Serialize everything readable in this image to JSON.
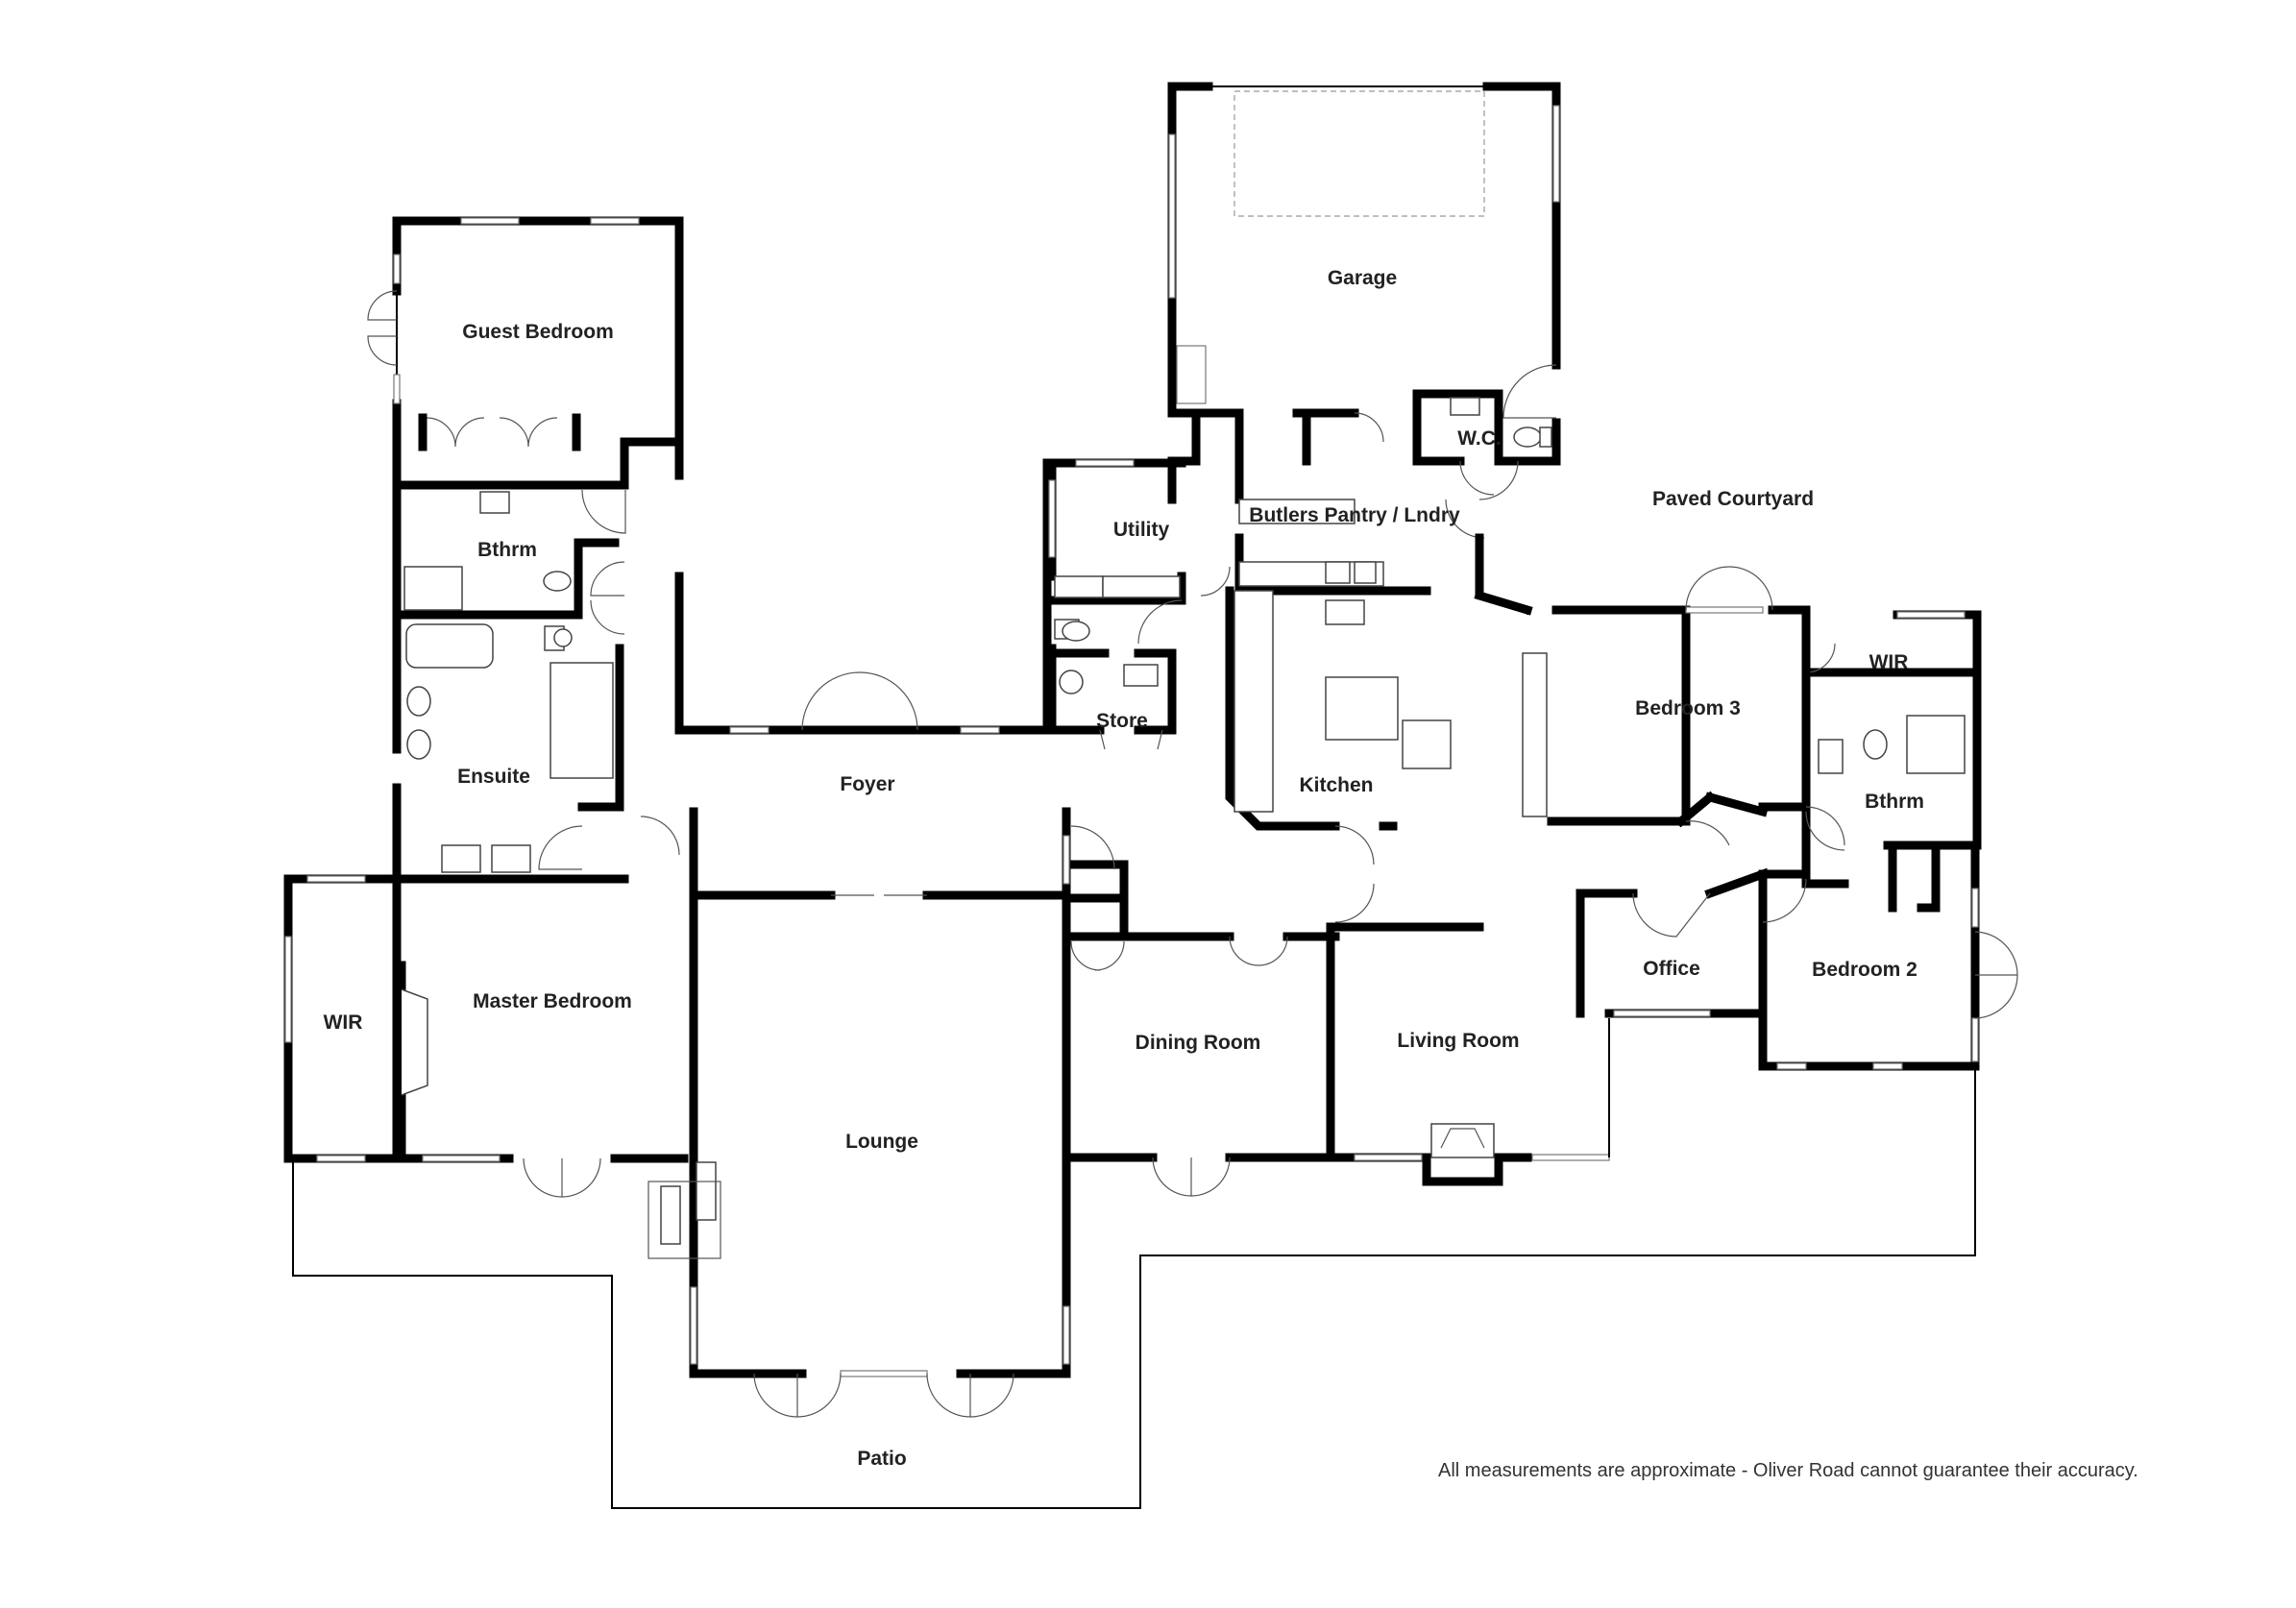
{
  "rooms": {
    "garage": "Garage",
    "guest_bedroom": "Guest Bedroom",
    "wc": "W.C.",
    "paved_courtyard": "Paved Courtyard",
    "butlers_pantry": "Butlers Pantry / Lndry",
    "utility": "Utility",
    "bthrm_upper": "Bthrm",
    "bedroom3": "Bedroom 3",
    "wir_right": "WIR",
    "store": "Store",
    "ensuite": "Ensuite",
    "foyer": "Foyer",
    "kitchen": "Kitchen",
    "bthrm_right": "Bthrm",
    "office": "Office",
    "bedroom2": "Bedroom 2",
    "wir_left": "WIR",
    "master_bedroom": "Master Bedroom",
    "dining_room": "Dining Room",
    "living_room": "Living Room",
    "lounge": "Lounge",
    "patio": "Patio"
  },
  "disclaimer": "All measurements are approximate - Oliver Road cannot guarantee their accuracy."
}
